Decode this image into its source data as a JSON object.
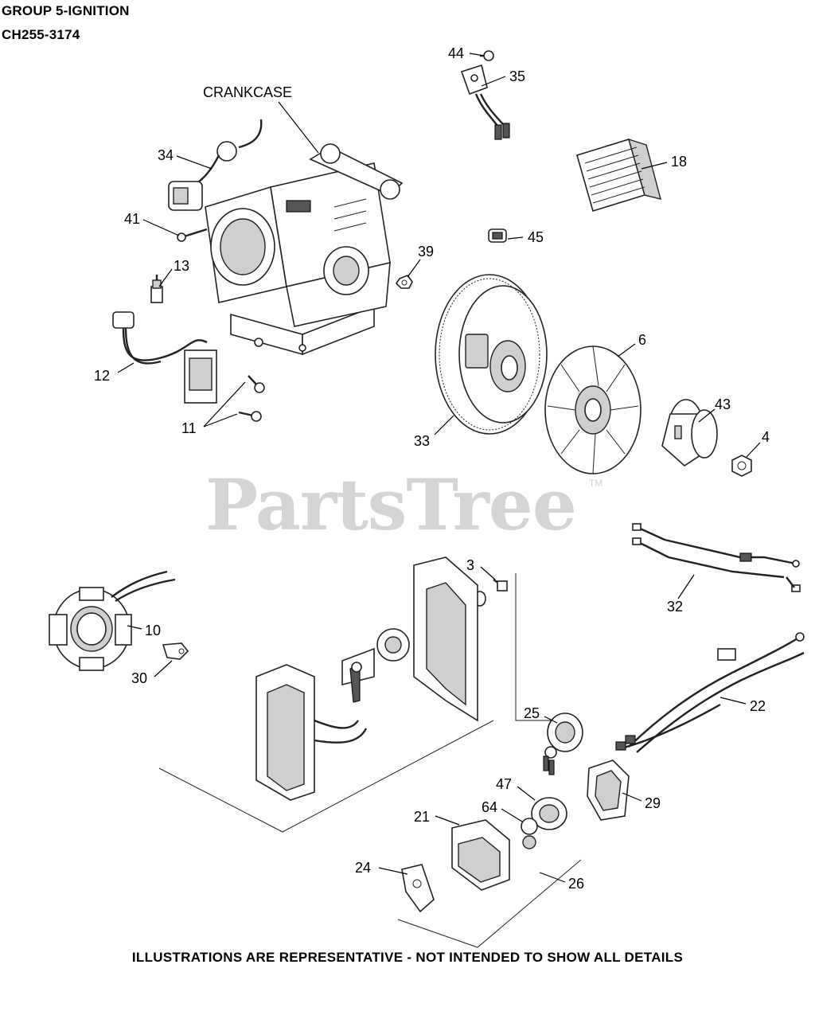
{
  "header": {
    "group": "GROUP 5-IGNITION",
    "model": "CH255-3174"
  },
  "watermark": {
    "brand": "PartsTree",
    "trademark": "TM"
  },
  "footer": {
    "disclaimer": "ILLUSTRATIONS ARE REPRESENTATIVE - NOT INTENDED TO SHOW ALL DETAILS"
  },
  "callouts": {
    "crankcase": "CRANKCASE",
    "p44": "44",
    "p35": "35",
    "p18": "18",
    "p34": "34",
    "p41": "41",
    "p45": "45",
    "p39": "39",
    "p13": "13",
    "p12": "12",
    "p6": "6",
    "p43": "43",
    "p4": "4",
    "p33": "33",
    "p11": "11",
    "p3": "3",
    "p32": "32",
    "p10": "10",
    "p30": "30",
    "p22": "22",
    "p25": "25",
    "p29": "29",
    "p47": "47",
    "p21": "21",
    "p64": "64",
    "p24": "24",
    "p26": "26"
  }
}
